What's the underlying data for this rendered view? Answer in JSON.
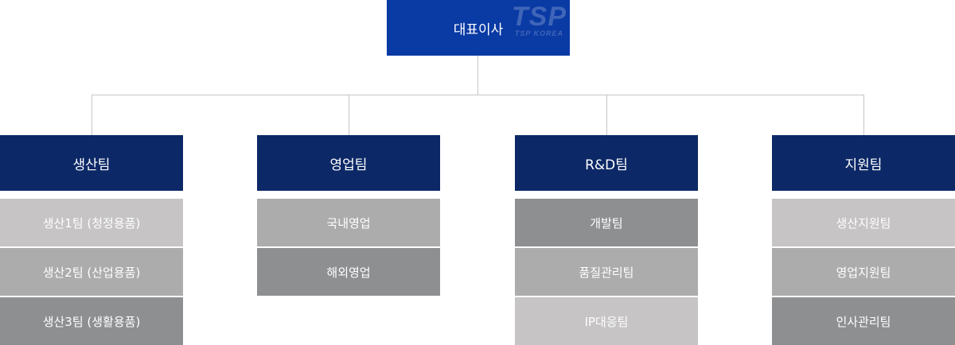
{
  "ceo": {
    "title": "대표이사",
    "watermark": "TSP",
    "watermark_sub": "TSP KOREA"
  },
  "departments": [
    {
      "name": "생산팀",
      "teams": [
        "생산1팀 (청정용품)",
        "생산2팀 (산업용품)",
        "생산3팀 (생활용품)"
      ]
    },
    {
      "name": "영업팀",
      "teams": [
        "국내영업",
        "해외영업"
      ]
    },
    {
      "name": "R&D팀",
      "teams": [
        "개발팀",
        "품질관리팀",
        "IP대응팀"
      ]
    },
    {
      "name": "지원팀",
      "teams": [
        "생산지원팀",
        "영업지원팀",
        "인사관리팀"
      ]
    }
  ],
  "colors": {
    "ceo_bg": "#0a3aa4",
    "dept_bg": "#0c2866",
    "team_light": "#c6c4c4",
    "team_mid": "#acacac",
    "team_dark": "#8e8f91",
    "connector": "#c6c6c6"
  }
}
